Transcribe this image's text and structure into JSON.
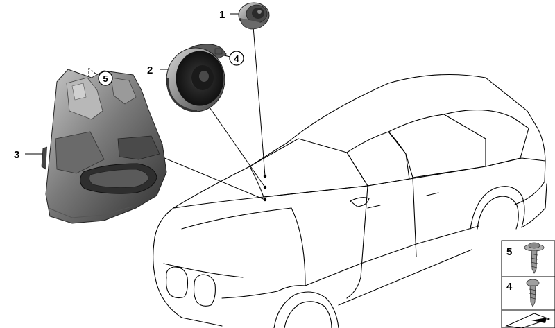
{
  "callouts": {
    "c1": "1",
    "c2": "2",
    "c3": "3",
    "c4": "4",
    "c5": "5"
  },
  "legend": {
    "items": [
      {
        "number": "5",
        "icon": "screw-with-washer-icon"
      },
      {
        "number": "4",
        "icon": "screw-icon"
      }
    ],
    "footer_icon": "shim-icon"
  },
  "colors": {
    "line": "#000000",
    "part_dark": "#3a3a3a",
    "part_mid": "#6a6a6a",
    "part_light": "#a8a8a8",
    "background": "#ffffff"
  }
}
